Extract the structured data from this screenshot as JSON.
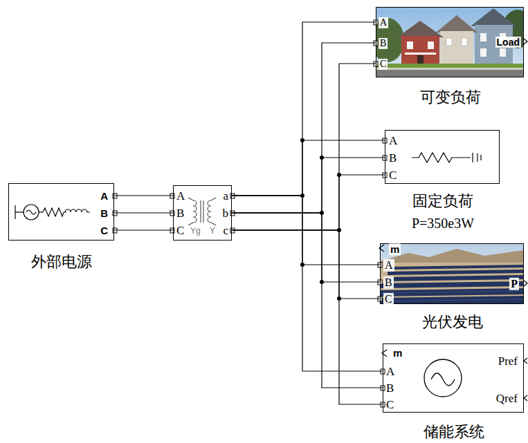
{
  "diagram": {
    "nodes": [
      {
        "text": [
          "A",
          "B",
          "C",
          "外部电源"
        ]
      },
      {
        "text": [
          "A",
          "B",
          "C",
          "a",
          "b",
          "c",
          "Yg",
          "Y"
        ]
      },
      {
        "text": [
          "A",
          "B",
          "C",
          "Load",
          "可变负荷"
        ]
      },
      {
        "text": [
          "A",
          "B",
          "C",
          "固定负荷",
          "P=350e3W"
        ]
      },
      {
        "text": [
          "m",
          "A",
          "B",
          "C",
          "P",
          "光伏发电"
        ]
      },
      {
        "text": [
          "m",
          "A",
          "B",
          "C",
          "Pref",
          "Qref",
          "储能系统"
        ]
      }
    ],
    "edges": [
      {
        "from": 0,
        "to": 1,
        "arrow": "none"
      },
      {
        "from": 0,
        "to": 1,
        "arrow": "none"
      },
      {
        "from": 0,
        "to": 1,
        "arrow": "none"
      },
      {
        "from": 1,
        "to": 2,
        "arrow": "none"
      },
      {
        "from": 1,
        "to": 3,
        "arrow": "none"
      },
      {
        "from": 1,
        "to": 4,
        "arrow": "none"
      },
      {
        "from": 1,
        "to": 5,
        "arrow": "none"
      },
      {
        "from": 1,
        "to": 2,
        "arrow": "none"
      },
      {
        "from": 1,
        "to": 3,
        "arrow": "none"
      },
      {
        "from": 1,
        "to": 4,
        "arrow": "none"
      },
      {
        "from": 1,
        "to": 5,
        "arrow": "none"
      },
      {
        "from": 1,
        "to": 2,
        "arrow": "none"
      },
      {
        "from": 1,
        "to": 3,
        "arrow": "none"
      },
      {
        "from": 1,
        "to": 4,
        "arrow": "none"
      },
      {
        "from": 1,
        "to": 5,
        "arrow": "none"
      }
    ]
  }
}
